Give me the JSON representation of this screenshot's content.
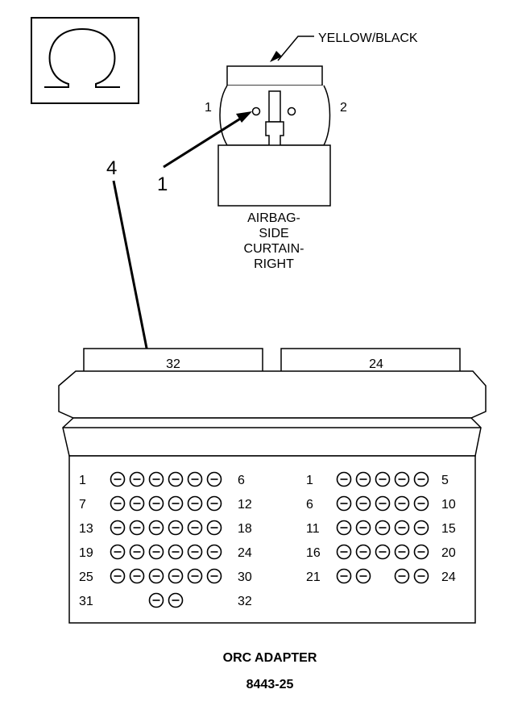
{
  "symbol": {
    "icon": "omega-icon"
  },
  "connector_c1": {
    "wire_color": "YELLOW/BLACK",
    "pin_left": "1",
    "pin_right": "2",
    "name_lines": [
      "AIRBAG-",
      "SIDE",
      "CURTAIN-",
      "RIGHT"
    ]
  },
  "callouts": {
    "c1": "1",
    "c4": "4"
  },
  "adapter": {
    "left_header": "32",
    "right_header": "24",
    "left_rows": [
      {
        "start": "1",
        "end": "6",
        "pins": [
          1,
          1,
          1,
          1,
          1,
          1
        ]
      },
      {
        "start": "7",
        "end": "12",
        "pins": [
          1,
          1,
          1,
          1,
          1,
          1
        ]
      },
      {
        "start": "13",
        "end": "18",
        "pins": [
          1,
          1,
          1,
          1,
          1,
          1
        ]
      },
      {
        "start": "19",
        "end": "24",
        "pins": [
          1,
          1,
          1,
          1,
          1,
          1
        ]
      },
      {
        "start": "25",
        "end": "30",
        "pins": [
          1,
          1,
          1,
          1,
          1,
          1
        ]
      },
      {
        "start": "31",
        "end": "32",
        "pins": [
          0,
          0,
          1,
          1,
          0,
          0
        ]
      }
    ],
    "right_rows": [
      {
        "start": "1",
        "end": "5",
        "pins": [
          1,
          1,
          1,
          1,
          1
        ]
      },
      {
        "start": "6",
        "end": "10",
        "pins": [
          1,
          1,
          1,
          1,
          1
        ]
      },
      {
        "start": "11",
        "end": "15",
        "pins": [
          1,
          1,
          1,
          1,
          1
        ]
      },
      {
        "start": "16",
        "end": "20",
        "pins": [
          1,
          1,
          1,
          1,
          1
        ]
      },
      {
        "start": "21",
        "end": "24",
        "pins": [
          1,
          1,
          0,
          1,
          1
        ]
      }
    ],
    "title": "ORC ADAPTER",
    "figure_id": "8443-25"
  }
}
